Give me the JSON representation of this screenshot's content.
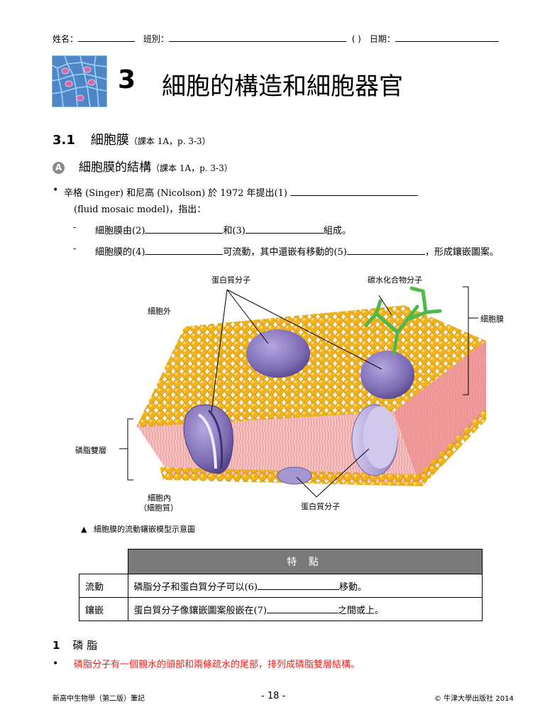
{
  "header": {
    "name_label": "姓名：",
    "class_label": "班別：",
    "number_paren": "(   )",
    "date_label": "日期："
  },
  "chapter": {
    "number": "3",
    "title": "細胞的構造和細胞器官"
  },
  "section": {
    "number": "3.1",
    "title": "細胞膜",
    "ref": "（課本 1A，p. 3-3）"
  },
  "subsection": {
    "badge": "A",
    "title": "細胞膜的結構",
    "ref": "（課本 1A，p. 3-3）"
  },
  "body": {
    "bullet_sym": "•",
    "line1_pre": "辛格 (Singer) 和尼高 (Nicolson) 於 1972 年提出(1)",
    "line2": "(fluid mosaic model)，指出：",
    "dash1_pre": "細胞膜由(2)",
    "dash1_mid": "和(3)",
    "dash1_post": "組成。",
    "dash2_pre": "細胞膜的(4)",
    "dash2_mid": "可流動，其中還嵌有移動的(5)",
    "dash2_post": "，形成鑲嵌圖案。",
    "dash_sym": "-"
  },
  "diagram": {
    "labels": {
      "protein_top": "蛋白質分子",
      "carb": "碳水化合物分子",
      "outer": "細胞外",
      "cell_membrane": "細胞膜",
      "bilayer": "磷脂雙層",
      "inner_1": "細胞內",
      "inner_2": "（細胞質）",
      "protein_bottom": "蛋白質分子"
    },
    "caption_sym": "▲",
    "caption": "細胞膜的流動鑲嵌模型示意圖"
  },
  "table": {
    "header": "特 點",
    "rows": [
      {
        "term": "流動",
        "pre": "磷脂分子和蛋白質分子可以(6)",
        "post": "移動。"
      },
      {
        "term": "鑲嵌",
        "pre": "蛋白質分子像鑲嵌圖案般嵌在(7)",
        "post": "之間或上。"
      }
    ]
  },
  "next": {
    "number": "1",
    "title": "磷 脂",
    "bullet_sym": "•",
    "red_text": "磷脂分子有一個親水的頭部和兩條疏水的尾部，排列成磷脂雙層結構。"
  },
  "footer": {
    "left": "新高中生物學（第二版）筆記",
    "center": "- 18 -",
    "right": "© 牛津大學出版社 2014"
  },
  "colors": {
    "phospholipid_head": "#f2b21c",
    "bilayer_tail": "#f7c2c2",
    "protein": "#7d6bb3",
    "carbohydrate": "#4fb84a",
    "table_header": "#7a7a7a",
    "red_text": "#e8231d"
  }
}
